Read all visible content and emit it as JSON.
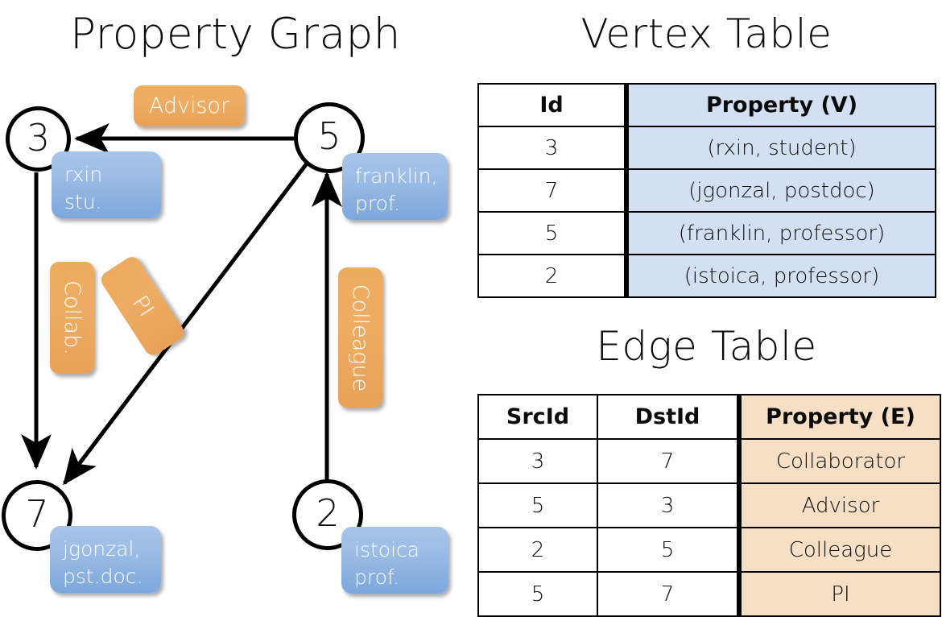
{
  "titles": {
    "property_graph": "Property Graph",
    "vertex_table": "Vertex Table",
    "edge_table": "Edge Table"
  },
  "graph": {
    "nodes": [
      {
        "id": "3",
        "property_lines": [
          "rxin",
          "stu."
        ]
      },
      {
        "id": "5",
        "property_lines": [
          "franklin,",
          "prof."
        ]
      },
      {
        "id": "7",
        "property_lines": [
          "jgonzal,",
          "pst.doc."
        ]
      },
      {
        "id": "2",
        "property_lines": [
          "istoica",
          "prof."
        ]
      }
    ],
    "edge_labels": [
      {
        "label": "Advisor",
        "from": "5",
        "to": "3"
      },
      {
        "label": "Collab.",
        "from": "3",
        "to": "7"
      },
      {
        "label": "PI",
        "from": "5",
        "to": "7"
      },
      {
        "label": "Colleague",
        "from": "2",
        "to": "5"
      }
    ],
    "colors": {
      "vertex_box": "#8fb4e3",
      "edge_box": "#eead63",
      "node_stroke": "#000000",
      "edge_stroke": "#000000"
    }
  },
  "vertex_table": {
    "headers": [
      "Id",
      "Property (V)"
    ],
    "rows": [
      {
        "id": "3",
        "property": "(rxin, student)"
      },
      {
        "id": "7",
        "property": "(jgonzal, postdoc)"
      },
      {
        "id": "5",
        "property": "(franklin, professor)"
      },
      {
        "id": "2",
        "property": "(istoica, professor)"
      }
    ],
    "property_cell_color": "#d3e0f2"
  },
  "edge_table": {
    "headers": [
      "SrcId",
      "DstId",
      "Property (E)"
    ],
    "rows": [
      {
        "src": "3",
        "dst": "7",
        "property": "Collaborator"
      },
      {
        "src": "5",
        "dst": "3",
        "property": "Advisor"
      },
      {
        "src": "2",
        "dst": "5",
        "property": "Colleague"
      },
      {
        "src": "5",
        "dst": "7",
        "property": "PI"
      }
    ],
    "property_cell_color": "#f7dfc6"
  }
}
